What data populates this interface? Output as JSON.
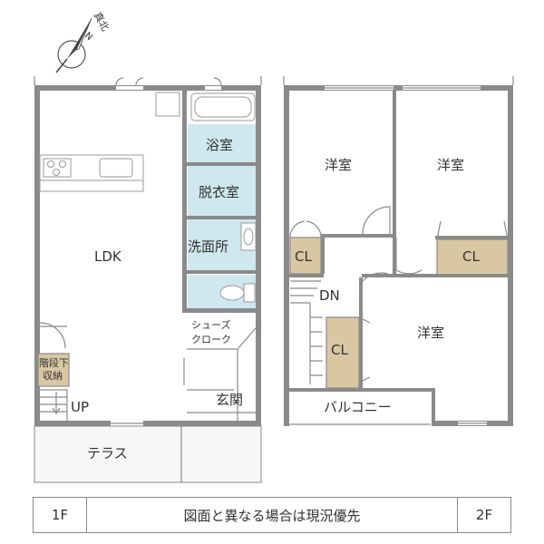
{
  "compass": {
    "label": "真北",
    "n": "N"
  },
  "floor1": {
    "rooms": {
      "bath": "浴室",
      "dressing": "脱衣室",
      "washroom": "洗面所",
      "ldk": "LDK",
      "shoe_cloak_line1": "シューズ",
      "shoe_cloak_line2": "クローク",
      "entrance": "玄関",
      "under_stairs_line1": "階段下",
      "under_stairs_line2": "収納",
      "up": "UP",
      "terrace": "テラス"
    }
  },
  "floor2": {
    "rooms": {
      "western_1": "洋室",
      "western_2": "洋室",
      "western_3": "洋室",
      "cl_1": "CL",
      "cl_2": "CL",
      "cl_3": "CL",
      "dn": "DN",
      "balcony": "バルコニー"
    }
  },
  "footer": {
    "left": "1F",
    "center": "図面と異なる場合は現況優先",
    "right": "2F"
  },
  "colors": {
    "wall": "#8a8a8a",
    "tile": "#cfe7ef",
    "closet": "#d9c7a4"
  }
}
